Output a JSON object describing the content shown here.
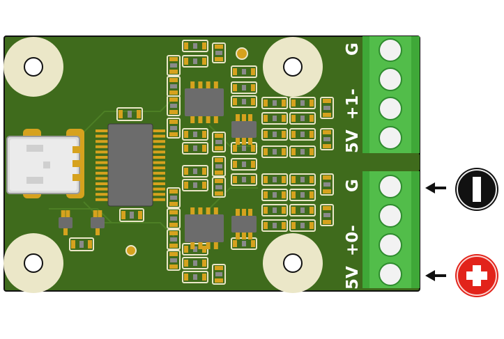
{
  "colors": {
    "board": "#3f6b1c",
    "board_edge": "#111111",
    "trace": "#4d7f25",
    "pad_cream": "#ebe7c8",
    "gold": "#d6a21e",
    "chip": "#6c6c6c",
    "terminal": "#52bd4a",
    "minus_badge": "#111111",
    "plus_badge": "#e2231a"
  },
  "silkscreen": {
    "left_block": [
      "5V",
      "+0-",
      "G"
    ],
    "right_block": [
      "5V",
      "+1-",
      "G"
    ]
  },
  "badges": {
    "minus": {
      "icon": "minus-badge-icon"
    },
    "plus": {
      "icon": "plus-badge-icon"
    }
  },
  "icons": [
    "arrow-left-icon",
    "usb-c-connector-icon",
    "mounting-hole-icon",
    "screw-terminal-icon"
  ]
}
